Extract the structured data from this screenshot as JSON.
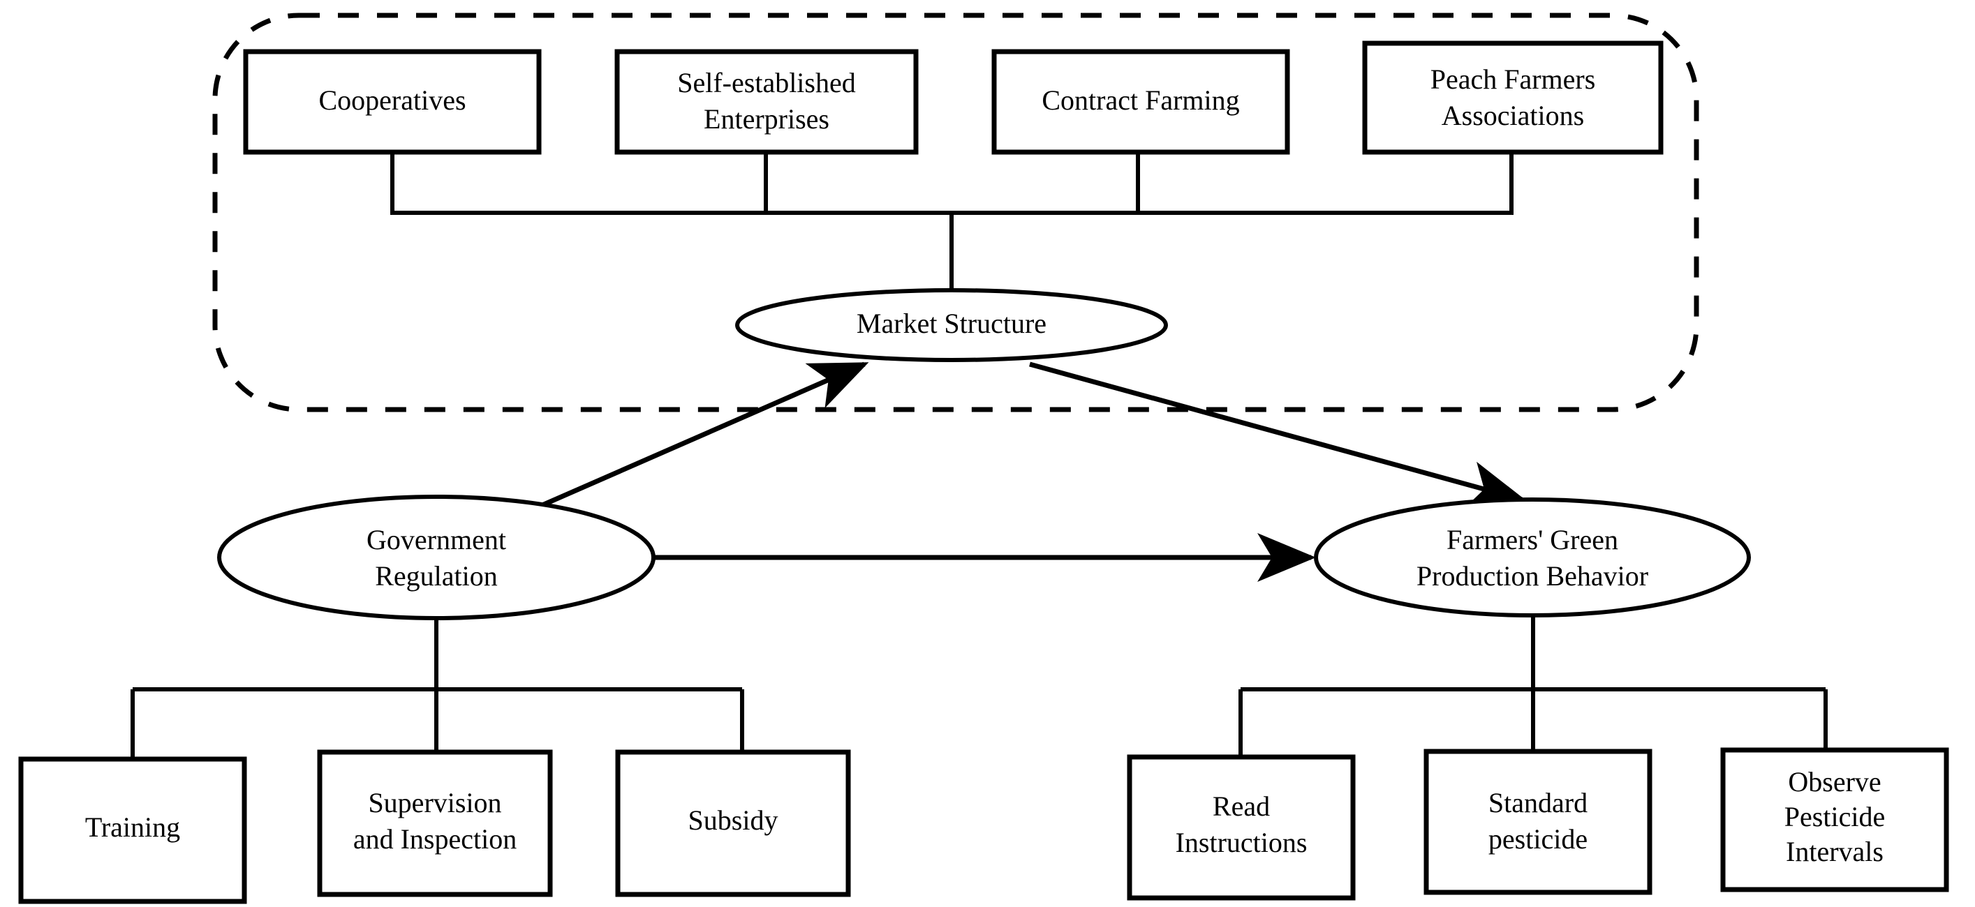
{
  "diagram": {
    "title_visible": false,
    "background_color": "#ffffff",
    "line_color": "#000000",
    "group": {
      "name": "market-structure-group",
      "border_style": "dashed-rounded-rectangle"
    },
    "top_boxes": [
      {
        "id": "cooperatives",
        "label": "Cooperatives"
      },
      {
        "id": "self-established-enterprises",
        "label_line1": "Self-established",
        "label_line2": "Enterprises"
      },
      {
        "id": "contract-farming",
        "label": "Contract Farming"
      },
      {
        "id": "peach-farmers-associations",
        "label_line1": "Peach Farmers",
        "label_line2": "Associations"
      }
    ],
    "ellipses": [
      {
        "id": "market-structure",
        "label": "Market Structure"
      },
      {
        "id": "government-regulation",
        "label_line1": "Government",
        "label_line2": "Regulation"
      },
      {
        "id": "farmers-green-production-behavior",
        "label_line1": "Farmers' Green",
        "label_line2": "Production Behavior"
      }
    ],
    "government_children": [
      {
        "id": "training",
        "label": "Training"
      },
      {
        "id": "supervision-and-inspection",
        "label_line1": "Supervision",
        "label_line2": "and Inspection"
      },
      {
        "id": "subsidy",
        "label": "Subsidy"
      }
    ],
    "behavior_children": [
      {
        "id": "read-instructions",
        "label_line1": "Read",
        "label_line2": "Instructions"
      },
      {
        "id": "standard-pesticide",
        "label_line1": "Standard",
        "label_line2": "pesticide"
      },
      {
        "id": "observe-pesticide-intervals",
        "label_line1": "Observe",
        "label_line2": "Pesticide",
        "label_line3": "Intervals"
      }
    ],
    "arrows": [
      {
        "id": "government-regulation-to-market-structure",
        "from": "Government Regulation",
        "to": "Market Structure"
      },
      {
        "id": "market-structure-to-farmers-green-production-behavior",
        "from": "Market Structure",
        "to": "Farmers' Green Production Behavior"
      },
      {
        "id": "government-regulation-to-farmers-green-production-behavior",
        "from": "Government Regulation",
        "to": "Farmers' Green Production Behavior"
      }
    ]
  }
}
